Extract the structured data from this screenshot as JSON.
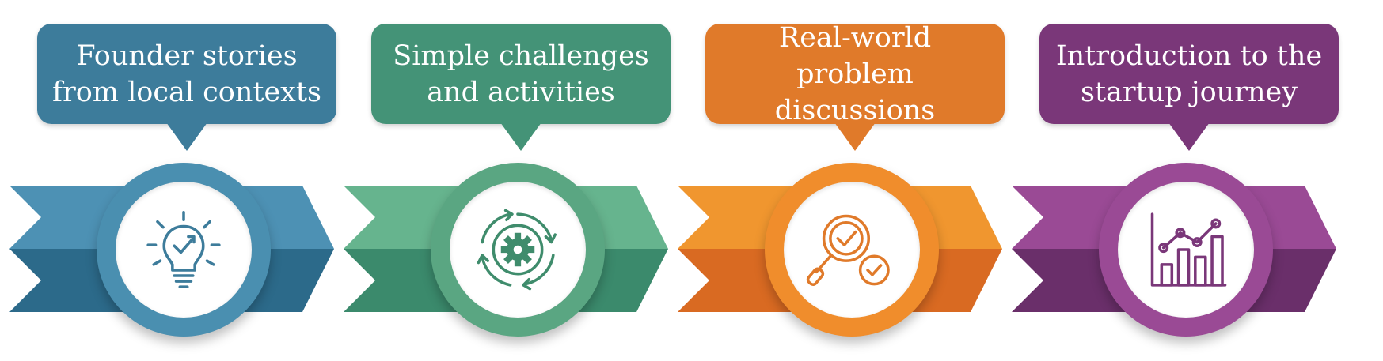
{
  "steps": [
    {
      "text": "Founder stories\nfrom local contexts",
      "icon": "lightbulb-check-icon",
      "colors": {
        "box": "#3d7c9b",
        "light": "#4d91b4",
        "dark": "#2c6a8a",
        "ring": "#4a8fb0",
        "icon": "#3d7c9b"
      }
    },
    {
      "text": "Simple challenges\nand activities",
      "icon": "gear-cycle-icon",
      "colors": {
        "box": "#449377",
        "light": "#66b48e",
        "dark": "#3b8a6c",
        "ring": "#5aa682",
        "icon": "#3f8c6c"
      }
    },
    {
      "text": "Real-world\nproblem discussions",
      "icon": "magnifier-check-icon",
      "colors": {
        "box": "#e07a2a",
        "light": "#f0962f",
        "dark": "#d96a22",
        "ring": "#f08d2c",
        "icon": "#e07a2a"
      }
    },
    {
      "text": "Introduction to the\nstartup journey",
      "icon": "growth-chart-icon",
      "colors": {
        "box": "#7a3779",
        "light": "#9a4a95",
        "dark": "#6a2f6a",
        "ring": "#9a4a95",
        "icon": "#7a3779"
      }
    }
  ]
}
